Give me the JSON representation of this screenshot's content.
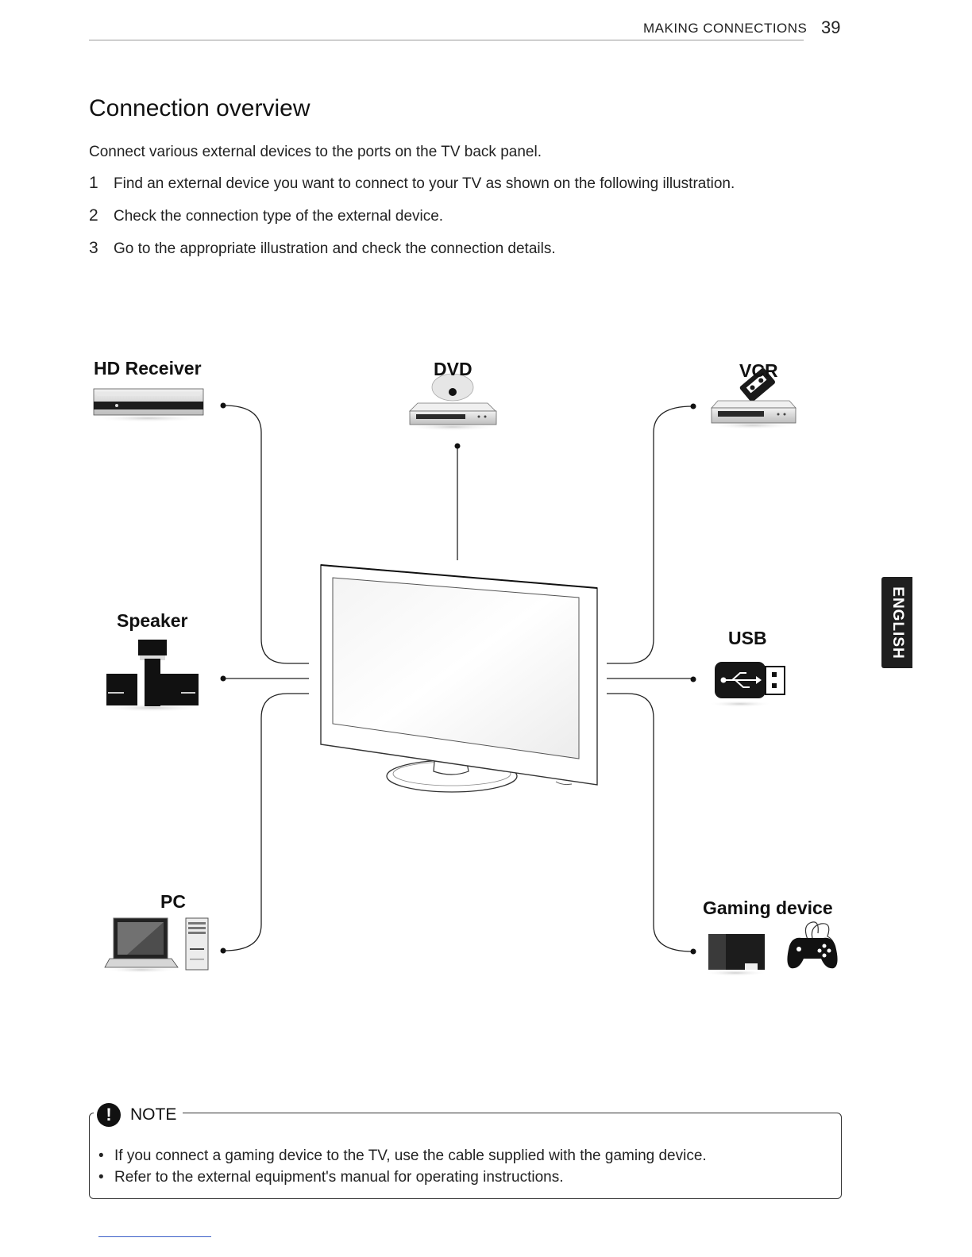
{
  "header": {
    "section": "MAKING CONNECTIONS",
    "page_number": "39"
  },
  "title": "Connection overview",
  "intro": "Connect various external devices to the ports on the TV back panel.",
  "steps": [
    {
      "num": "1",
      "text": "Find an external device you want to connect to your TV as shown on the following illustration."
    },
    {
      "num": "2",
      "text": "Check the connection type of the external device."
    },
    {
      "num": "3",
      "text": "Go to the appropriate illustration and check the connection details."
    }
  ],
  "devices": {
    "hd_receiver": "HD Receiver",
    "dvd": "DVD",
    "vcr": "VCR",
    "speaker": "Speaker",
    "usb": "USB",
    "pc": "PC",
    "gaming": "Gaming device"
  },
  "language_tab": "ENGLISH",
  "note": {
    "icon": "!",
    "title": "NOTE",
    "items": [
      "If you connect a gaming device to the TV, use the cable supplied with the gaming device.",
      "Refer to the external equipment's manual for operating instructions."
    ]
  },
  "colors": {
    "text": "#1a1a1a",
    "tab_bg": "#1f1f1f",
    "line": "#222222"
  },
  "icons": [
    "hd-receiver-icon",
    "dvd-player-icon",
    "vcr-icon",
    "speaker-system-icon",
    "usb-drive-icon",
    "laptop-icon",
    "pc-tower-icon",
    "game-console-icon",
    "gamepad-icon",
    "tv-icon",
    "exclamation-icon"
  ]
}
